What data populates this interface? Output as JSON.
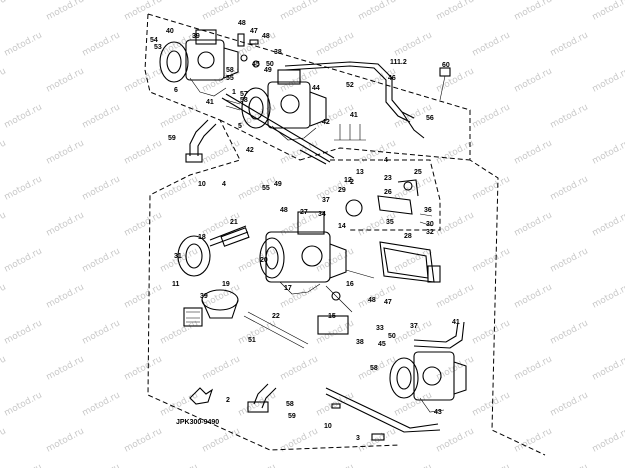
{
  "diagram": {
    "part_code": "JPK300-9490",
    "watermark_text": "motod.ru",
    "labels": [
      "48",
      "47",
      "48",
      "40",
      "39",
      "54",
      "53",
      "38",
      "50",
      "45",
      "49",
      "58",
      "55",
      "6",
      "41",
      "52",
      "44",
      "111.2",
      "46",
      "60",
      "1",
      "57",
      "58",
      "42",
      "41",
      "5",
      "42",
      "59",
      "56",
      "4",
      "13",
      "10",
      "4",
      "55",
      "49",
      "29",
      "12",
      "2",
      "23",
      "25",
      "26",
      "48",
      "37",
      "27",
      "34",
      "36",
      "14",
      "35",
      "30",
      "32",
      "21",
      "18",
      "31",
      "28",
      "20",
      "11",
      "17",
      "16",
      "19",
      "48",
      "47",
      "39",
      "22",
      "15",
      "41",
      "51",
      "33",
      "50",
      "45",
      "37",
      "38",
      "58",
      "58",
      "2",
      "59",
      "10",
      "3",
      "43",
      "43",
      "3"
    ],
    "colors": {
      "ink": "#000000",
      "paper": "#ffffff",
      "watermark": "#c8c8c8"
    }
  }
}
